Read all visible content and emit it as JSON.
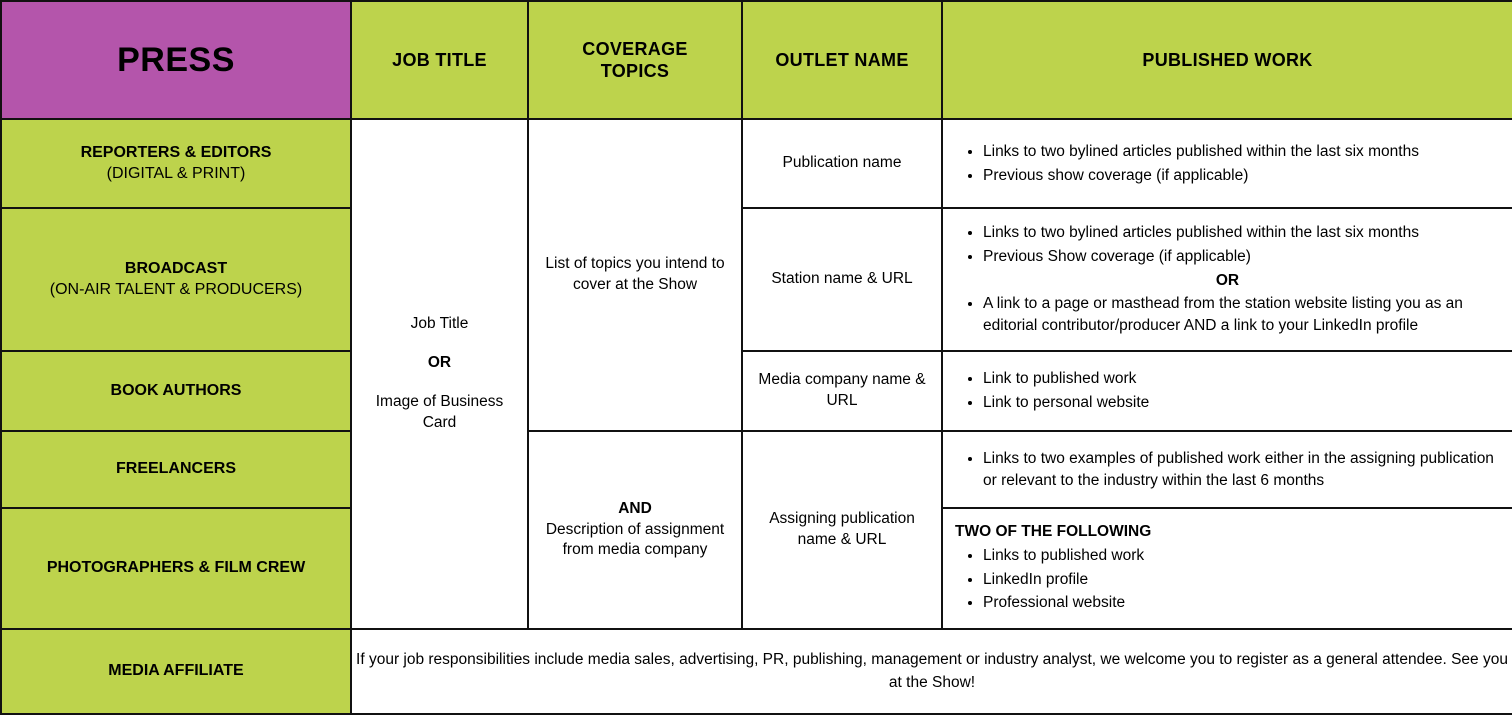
{
  "header": {
    "press": "PRESS",
    "job_title": "JOB TITLE",
    "coverage_topics": "COVERAGE\nTOPICS",
    "coverage_topics_line1": "COVERAGE",
    "coverage_topics_line2": "TOPICS",
    "outlet_name": "OUTLET NAME",
    "published_work": "PUBLISHED WORK"
  },
  "colors": {
    "header_press_bg": "#b455ab",
    "header_bg": "#bdd34c",
    "category_bg": "#bdd34c",
    "cell_bg": "#ffffff",
    "border": "#111111",
    "text": "#000000"
  },
  "categories": {
    "reporters_main": "REPORTERS & EDITORS",
    "reporters_sub": "(DIGITAL & PRINT)",
    "broadcast_main": "BROADCAST",
    "broadcast_sub": "(ON-AIR TALENT & PRODUCERS)",
    "book_authors": "BOOK AUTHORS",
    "freelancers": "FREELANCERS",
    "photographers": "PHOTOGRAPHERS & FILM CREW",
    "media_affiliate": "MEDIA AFFILIATE"
  },
  "job_title_cell": {
    "line1": "Job Title",
    "or": "OR",
    "line2": "Image of Business Card"
  },
  "coverage_cells": {
    "top": "List of topics you intend to cover at the Show",
    "bottom_and": "AND",
    "bottom_text": "Description of assignment from media company"
  },
  "outlet_cells": {
    "reporters": "Publication name",
    "broadcast": "Station name & URL",
    "book_authors": "Media company name & URL",
    "freelance_photo": "Assigning publication name & URL"
  },
  "published_work": {
    "reporters": [
      "Links to two bylined articles published within the last six months",
      "Previous show coverage (if applicable)"
    ],
    "broadcast_first": [
      "Links to two bylined articles published within the last six months",
      "Previous Show coverage (if applicable)"
    ],
    "broadcast_or": "OR",
    "broadcast_second": [
      "A link to a page or masthead from the station website listing you as an editorial contributor/producer AND a link to your LinkedIn profile"
    ],
    "book_authors": [
      "Link to published work",
      "Link to personal website"
    ],
    "freelancers": [
      "Links to two examples of published work either in the assigning publication or relevant to the industry within the last 6 months"
    ],
    "photographers_lead": "TWO OF THE FOLLOWING",
    "photographers": [
      "Links to published work",
      "LinkedIn profile",
      "Professional website"
    ]
  },
  "media_affiliate_note": "If your job responsibilities include media sales, advertising, PR, publishing, management or industry analyst, we welcome you to register as a general attendee. See you at the Show!"
}
